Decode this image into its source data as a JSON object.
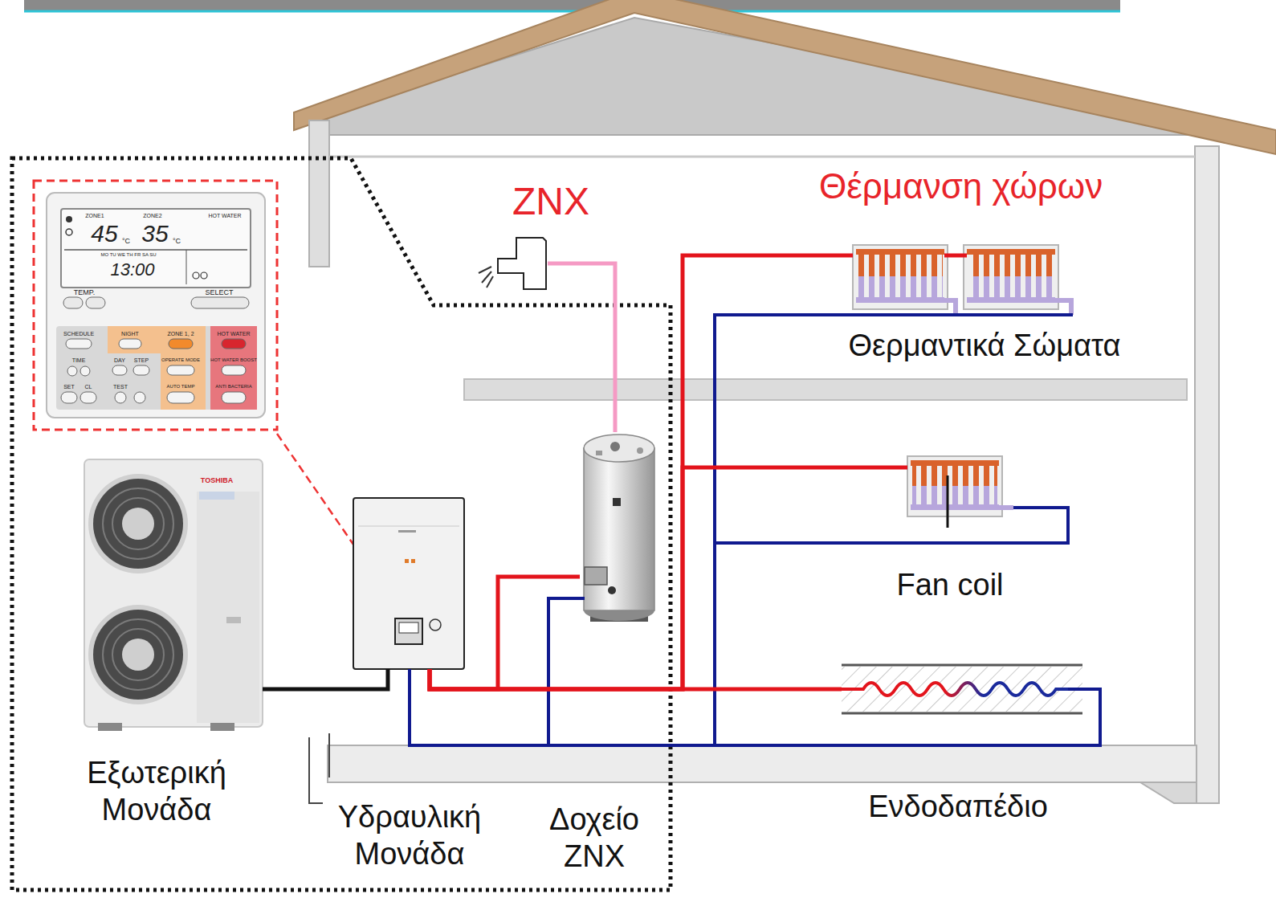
{
  "diagram": {
    "nodes": [
      {
        "text": [
          "ZNX"
        ]
      },
      {
        "text": [
          "Θερμαντικά Σώματα"
        ]
      },
      {
        "text": [
          "Fan coil"
        ]
      },
      {
        "text": [
          "Εξωτερική Μονάδα"
        ]
      },
      {
        "text": [
          "Υδραυλική Μονάδα"
        ]
      },
      {
        "text": [
          "Δοχείο ZNX"
        ]
      },
      {
        "text": [
          "Ενδοδαπέδιο"
        ]
      }
    ],
    "edges": [
      {
        "from": 3,
        "to": 4,
        "arrow": "none"
      },
      {
        "from": 4,
        "to": 5,
        "arrow": "none"
      },
      {
        "from": 5,
        "to": 0,
        "arrow": "none"
      },
      {
        "from": 4,
        "to": 1,
        "arrow": "none"
      },
      {
        "from": 4,
        "to": 2,
        "arrow": "none"
      },
      {
        "from": 4,
        "to": 6,
        "arrow": "none"
      }
    ],
    "labels": [
      "Θέρμανση χώρων",
      "ZONE1",
      "ZONE2",
      "HOT WATER",
      "45",
      "°C",
      "35",
      "°C",
      "MO TU WE TH FR SA SU",
      "13:00",
      "TEMP.",
      "SELECT",
      "SCHEDULE",
      "NIGHT",
      "ZONE 1, 2",
      "HOT WATER",
      "TIME",
      "DAY",
      "STEP",
      "OPERATE MODE",
      "HOT WATER BOOST",
      "SET",
      "CL",
      "TEST",
      "AUTO TEMP",
      "ANTI BACTERIA",
      "TOSHIBA"
    ]
  }
}
